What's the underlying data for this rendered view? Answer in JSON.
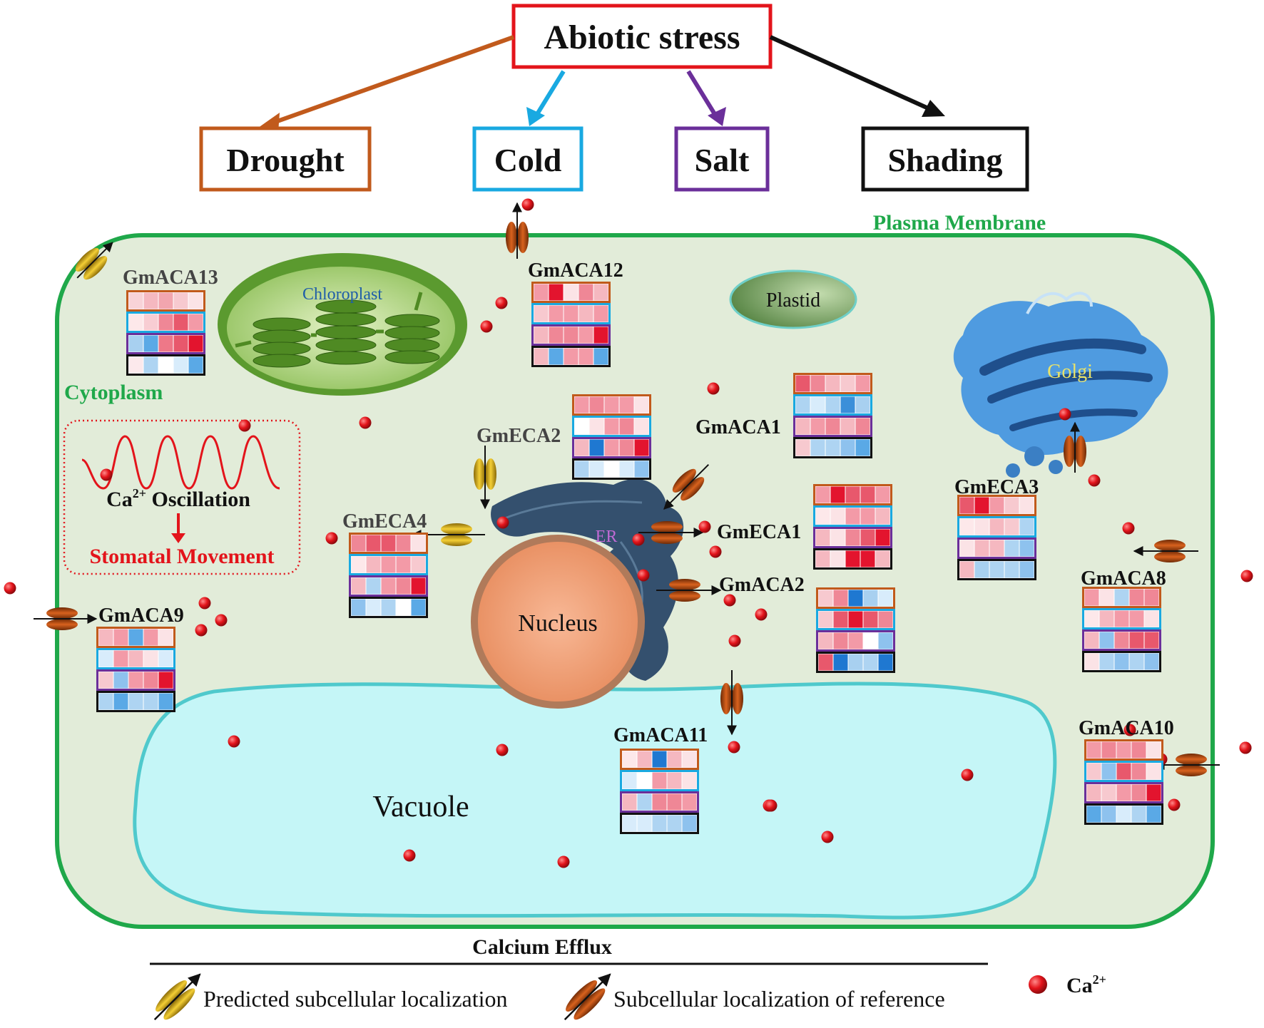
{
  "root": {
    "label": "Abiotic stress",
    "color": "#e3141b"
  },
  "stresses": [
    {
      "key": "drought",
      "label": "Drought",
      "color": "#c15a1c"
    },
    {
      "key": "cold",
      "label": "Cold",
      "color": "#19a9e1"
    },
    {
      "key": "salt",
      "label": "Salt",
      "color": "#6b2f9a"
    },
    {
      "key": "shading",
      "label": "Shading",
      "color": "#111111"
    }
  ],
  "regions": {
    "plasma_membrane": "Plasma Membrane",
    "cytoplasm": "Cytoplasm",
    "chloroplast": "Chloroplast",
    "plastid": "Plastid",
    "golgi": "Golgi",
    "er": "ER",
    "nucleus": "Nucleus",
    "vacuole": "Vacuole"
  },
  "oscillation": {
    "label_prefix": "Ca",
    "label_sup": "2+",
    "label_suffix": " Oscillation",
    "result": "Stomatal Movement"
  },
  "genes": {
    "GmACA13": "GmACA13",
    "GmACA12": "GmACA12",
    "GmACA1": "GmACA1",
    "GmECA2": "GmECA2",
    "GmECA4": "GmECA4",
    "GmECA1": "GmECA1",
    "GmACA2": "GmACA2",
    "GmECA3": "GmECA3",
    "GmACA8": "GmACA8",
    "GmACA9": "GmACA9",
    "GmACA11": "GmACA11",
    "GmACA10": "GmACA10"
  },
  "heatmaps": {
    "GmACA13": [
      [
        "#f8d3d8",
        "#f5b8c0",
        "#f2a5ae",
        "#f7c9cf",
        "#fbe3e6"
      ],
      [
        "#fde8ea",
        "#f8cdd3",
        "#ef8796",
        "#e8586c",
        "#f39aa7"
      ],
      [
        "#a8d0f0",
        "#5aa9e6",
        "#ee7888",
        "#e8586c",
        "#e3142e"
      ],
      [
        "#fce9ec",
        "#aed4f2",
        "#ffffff",
        "#d8ecfb",
        "#5aa9e6"
      ]
    ],
    "GmACA12": [
      [
        "#f39aa7",
        "#e3142e",
        "#fbe3e6",
        "#ef8796",
        "#f5b8c0"
      ],
      [
        "#f7c9cf",
        "#f39aa7",
        "#f39aa7",
        "#f5b8c0",
        "#f39aa7"
      ],
      [
        "#f5b8c0",
        "#ef8796",
        "#ef8796",
        "#f39aa7",
        "#e3142e"
      ],
      [
        "#f5b8c0",
        "#5aa9e6",
        "#f39aa7",
        "#f39aa7",
        "#5aa9e6"
      ]
    ],
    "GmACA1": [
      [
        "#e8586c",
        "#ef8796",
        "#f5b8c0",
        "#f7c9cf",
        "#f39aa7"
      ],
      [
        "#aed4f2",
        "#d8ecfb",
        "#aed4f2",
        "#3b8fd9",
        "#a8d0f0"
      ],
      [
        "#f5b8c0",
        "#f39aa7",
        "#ef8796",
        "#f5b8c0",
        "#ef8796"
      ],
      [
        "#f7c9cf",
        "#aed4f2",
        "#aed4f2",
        "#8ec2ee",
        "#5aa9e6"
      ]
    ],
    "GmECA2": [
      [
        "#f39aa7",
        "#ef8796",
        "#f39aa7",
        "#f39aa7",
        "#fbe3e6"
      ],
      [
        "#ffffff",
        "#fbe3e6",
        "#f39aa7",
        "#ef8796",
        "#fbe3e6"
      ],
      [
        "#f5b8c0",
        "#1f78d1",
        "#f39aa7",
        "#ef8796",
        "#e3142e"
      ],
      [
        "#aed4f2",
        "#d8ecfb",
        "#ffffff",
        "#d8ecfb",
        "#8ec2ee"
      ]
    ],
    "GmECA4": [
      [
        "#ef8796",
        "#e8586c",
        "#e8586c",
        "#ef8796",
        "#fbe3e6"
      ],
      [
        "#fde8ea",
        "#f5b8c0",
        "#f39aa7",
        "#f39aa7",
        "#f7c9cf"
      ],
      [
        "#f5b8c0",
        "#aed4f2",
        "#f39aa7",
        "#ef8796",
        "#e3142e"
      ],
      [
        "#8ec2ee",
        "#d8ecfb",
        "#aed4f2",
        "#ffffff",
        "#5aa9e6"
      ]
    ],
    "GmECA1": [
      [
        "#f39aa7",
        "#e3142e",
        "#e8586c",
        "#e8586c",
        "#f39aa7"
      ],
      [
        "#fde8ea",
        "#fbe3e6",
        "#f39aa7",
        "#f39aa7",
        "#f5b8c0"
      ],
      [
        "#f5b8c0",
        "#fbe3e6",
        "#ef8796",
        "#e8586c",
        "#e3142e"
      ],
      [
        "#f5b8c0",
        "#fbe3e6",
        "#e3142e",
        "#e3142e",
        "#f5b8c0"
      ]
    ],
    "GmACA2": [
      [
        "#f7c9cf",
        "#ef8796",
        "#1f78d1",
        "#a8d0f0",
        "#d8ecfb"
      ],
      [
        "#f7c9cf",
        "#e8586c",
        "#e3142e",
        "#e8586c",
        "#ef8796"
      ],
      [
        "#f5b8c0",
        "#ef8796",
        "#f39aa7",
        "#ffffff",
        "#8ec2ee"
      ],
      [
        "#e8586c",
        "#1f78d1",
        "#a8d0f0",
        "#aed4f2",
        "#1f78d1"
      ]
    ],
    "GmECA3": [
      [
        "#e8586c",
        "#e3142e",
        "#f39aa7",
        "#f7c9cf",
        "#fbe3e6"
      ],
      [
        "#fde8ea",
        "#fbe3e6",
        "#f5b8c0",
        "#f7c9cf",
        "#aed4f2"
      ],
      [
        "#fbe3e6",
        "#f5b8c0",
        "#f5b8c0",
        "#aed4f2",
        "#8ec2ee"
      ],
      [
        "#f5b8c0",
        "#a8d0f0",
        "#aed4f2",
        "#aed4f2",
        "#8ec2ee"
      ]
    ],
    "GmACA8": [
      [
        "#f39aa7",
        "#fbe3e6",
        "#aed4f2",
        "#ef8796",
        "#ef8796"
      ],
      [
        "#fde8ea",
        "#f5b8c0",
        "#f39aa7",
        "#f39aa7",
        "#fbe3e6"
      ],
      [
        "#f5b8c0",
        "#8ec2ee",
        "#ef8796",
        "#e8586c",
        "#e8586c"
      ],
      [
        "#fbe3e6",
        "#aed4f2",
        "#8ec2ee",
        "#aed4f2",
        "#8ec2ee"
      ]
    ],
    "GmACA9": [
      [
        "#f5b8c0",
        "#f39aa7",
        "#5aa9e6",
        "#f39aa7",
        "#fbe3e6"
      ],
      [
        "#d8ecfb",
        "#f39aa7",
        "#f5b8c0",
        "#fbe3e6",
        "#d8ecfb"
      ],
      [
        "#f7c9cf",
        "#8ec2ee",
        "#f39aa7",
        "#ef8796",
        "#e3142e"
      ],
      [
        "#aed4f2",
        "#5aa9e6",
        "#aed4f2",
        "#aed4f2",
        "#5aa9e6"
      ]
    ],
    "GmACA11": [
      [
        "#fde8ea",
        "#f5b8c0",
        "#1f78d1",
        "#f5b8c0",
        "#fbe3e6"
      ],
      [
        "#d8ecfb",
        "#ffffff",
        "#f39aa7",
        "#f5b8c0",
        "#fbe3e6"
      ],
      [
        "#f5b8c0",
        "#aed4f2",
        "#ef8796",
        "#ef8796",
        "#f39aa7"
      ],
      [
        "#d8ecfb",
        "#d8ecfb",
        "#aed4f2",
        "#aed4f2",
        "#8ec2ee"
      ]
    ],
    "GmACA10": [
      [
        "#f39aa7",
        "#ef8796",
        "#f39aa7",
        "#ef8796",
        "#fbe3e6"
      ],
      [
        "#f7c9cf",
        "#8ec2ee",
        "#e8586c",
        "#ef8796",
        "#fbe3e6"
      ],
      [
        "#f5b8c0",
        "#f7c9cf",
        "#f39aa7",
        "#ef8796",
        "#e3142e"
      ],
      [
        "#5aa9e6",
        "#8ec2ee",
        "#d8ecfb",
        "#aed4f2",
        "#5aa9e6"
      ]
    ]
  },
  "heatmap_row_borders": [
    "#c15a1c",
    "#19a9e1",
    "#6b2f9a",
    "#111111"
  ],
  "legend": {
    "title": "Calcium Efflux",
    "predicted": "Predicted subcellular localization",
    "reference": "Subcellular localization of reference",
    "ion_prefix": "Ca",
    "ion_sup": "2+"
  },
  "colors": {
    "cell_fill": "#e2ecd9",
    "cell_border": "#1fa84a",
    "region_label": "#1fa84a",
    "ion": "#e3141b",
    "pump_predicted": "#e0b21a",
    "pump_reference": "#b54a12",
    "vacuole": "#c5f6f7",
    "nucleus": "#f4a77e",
    "er": "#2f4a66",
    "golgi": "#3d8fd6"
  }
}
